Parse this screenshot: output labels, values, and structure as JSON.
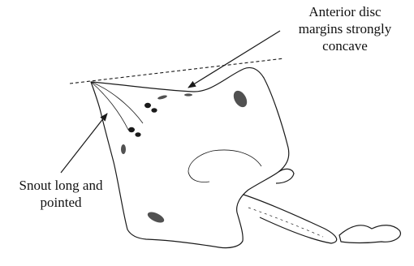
{
  "annotations": {
    "anterior": [
      "Anterior disc",
      "margins strongly",
      "concave"
    ],
    "snout": [
      "Snout long and",
      "pointed"
    ]
  },
  "colors": {
    "ink": "#1a1a1a",
    "shading": "#333333"
  }
}
